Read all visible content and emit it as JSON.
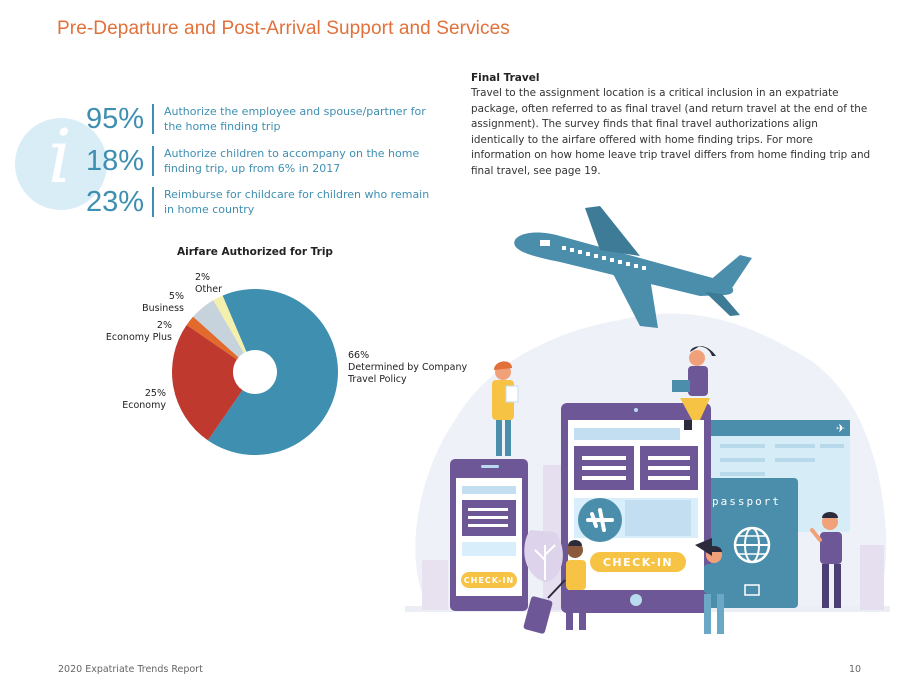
{
  "page": {
    "title": "Pre-Departure and Post-Arrival Support and Services"
  },
  "stats": [
    {
      "pct": "95%",
      "desc": "Authorize the employee and spouse/partner for the home finding trip"
    },
    {
      "pct": "18%",
      "desc": "Authorize children to accompany on the home finding trip, up from 6% in 2017"
    },
    {
      "pct": "23%",
      "desc": "Reimburse for childcare for children who remain in home country"
    }
  ],
  "final_travel": {
    "title": "Final Travel",
    "body": "Travel to the assignment location is a critical inclusion in an expatriate package, often referred to as final travel (and return travel at the end of the assignment). The survey finds that final travel authorizations align identically to the airfare offered with home finding trips. For more information on how home leave trip travel differs from home finding trip and final travel, see page 19."
  },
  "illustration": {
    "tablet_checkin": "CHECK-IN",
    "phone_checkin": "CHECK-IN",
    "passport": "passport"
  },
  "chart_data": {
    "type": "pie",
    "title": "Airfare Authorized for Trip",
    "donut": true,
    "slices": [
      {
        "label": "Determined by Company Travel Policy",
        "value": 66,
        "value_label": "66%",
        "color": "#3e8fb0"
      },
      {
        "label": "Economy",
        "value": 25,
        "value_label": "25%",
        "color": "#c0392f"
      },
      {
        "label": "Economy Plus",
        "value": 2,
        "value_label": "2%",
        "color": "#e16a2c"
      },
      {
        "label": "Business",
        "value": 5,
        "value_label": "5%",
        "color": "#c7d3dc"
      },
      {
        "label": "Other",
        "value": 2,
        "value_label": "2%",
        "color": "#f3efad"
      }
    ]
  },
  "footer": {
    "report": "2020 Expatriate Trends Report",
    "page_number": "10"
  },
  "colors": {
    "accent_orange": "#e2703a",
    "accent_blue": "#3f8fb1",
    "purple": "#6e5797",
    "yellow": "#f6c344"
  }
}
